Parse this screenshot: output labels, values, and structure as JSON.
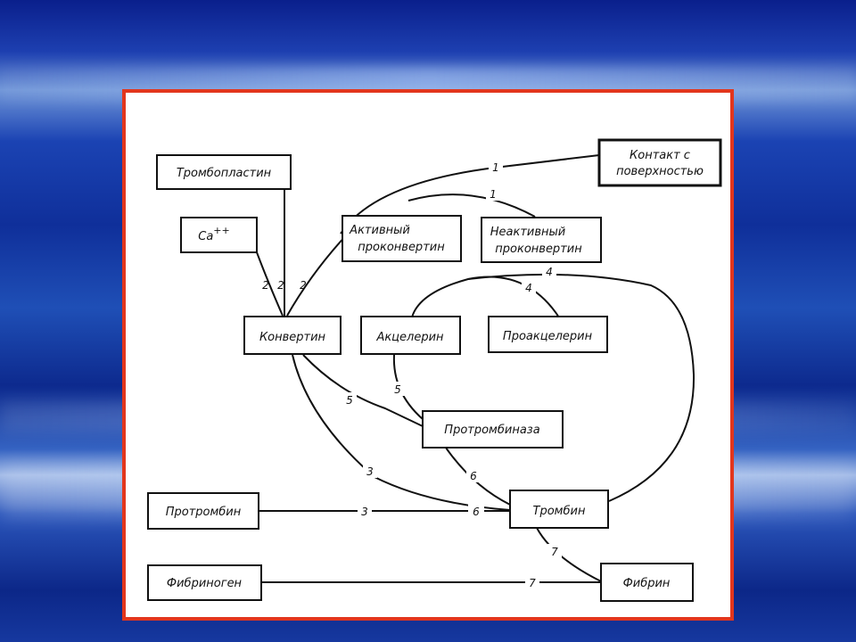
{
  "nodes": {
    "thromboplastin": "Тромбопластин",
    "contact_line1": "Контакт с",
    "contact_line2": "поверхностью",
    "ca": "Ca",
    "ca_sup": "++",
    "active_line1": "Активный",
    "active_line2": "проконвертин",
    "inactive_line1": "Неактивный",
    "inactive_line2": "проконвертин",
    "convertin": "Конвертин",
    "accelerin": "Акцелерин",
    "proaccelerin": "Проакцелерин",
    "prothrombinase": "Протромбиназа",
    "prothrombin": "Протромбин",
    "thrombin": "Тромбин",
    "fibrinogen": "Фибриноген",
    "fibrin": "Фибрин"
  },
  "step_labels": {
    "contact_1a": "1",
    "contact_1b": "1",
    "ca_2": "2",
    "thrombo_2": "2",
    "active_2": "2",
    "accel_4a": "4",
    "accel_4b": "4",
    "conv_5": "5",
    "accel_5": "5",
    "conv_3": "3",
    "pro_3": "3",
    "pro_6": "6",
    "prase_6": "6",
    "thr_7": "7",
    "fib_7": "7"
  }
}
